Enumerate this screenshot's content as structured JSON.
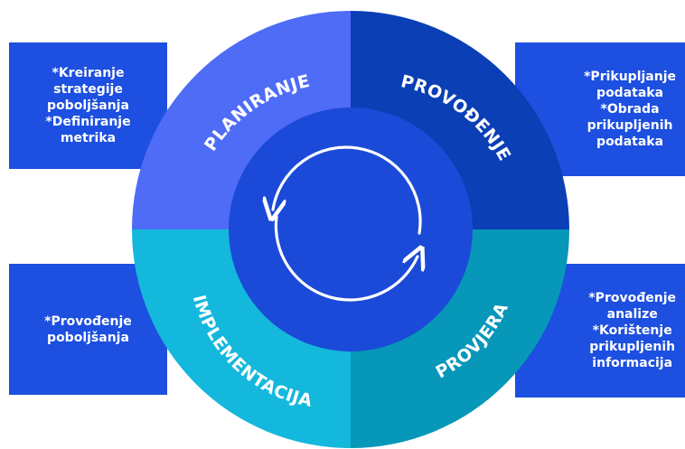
{
  "quadrants": {
    "top_left": {
      "label": "PLANIRANJE",
      "color": "#4f6cf6"
    },
    "top_right": {
      "label": "PROVOĐENJE",
      "color": "#0a3fb5"
    },
    "bottom_right": {
      "label": "PROVJERA",
      "color": "#0797b9"
    },
    "bottom_left": {
      "label": "IMPLEMENTACIJA",
      "color": "#14b8dc"
    }
  },
  "center": {
    "color": "#1b4ad8",
    "icon": "cycle-arrows-icon"
  },
  "boxes": {
    "top_left": {
      "lines": [
        "*Kreiranje",
        "strategije",
        "poboljšanja",
        "*Definiranje",
        "metrika"
      ]
    },
    "top_right": {
      "lines": [
        "*Prikupljanje",
        "podataka",
        "*Obrada",
        "prikupljenih",
        "podataka"
      ]
    },
    "bottom_left": {
      "lines": [
        "*Provođenje",
        "poboljšanja"
      ]
    },
    "bottom_right": {
      "lines": [
        "*Provođenje",
        "analize",
        "*Korištenje",
        "prikupljenih",
        "informacija"
      ]
    }
  },
  "box_color": "#1d4fe0"
}
